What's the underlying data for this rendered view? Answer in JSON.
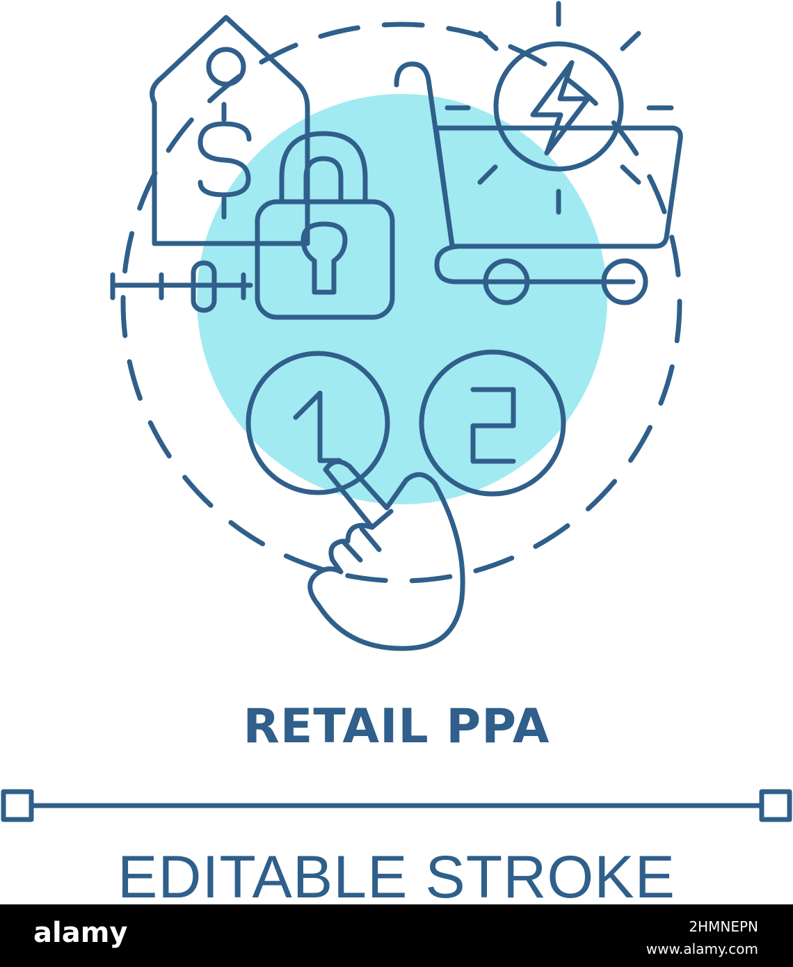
{
  "title": "RETAIL PPA",
  "subtitle": "EDITABLE STROKE",
  "icons": {
    "price_tag": "price-tag-dollar-icon",
    "padlock": "padlock-icon",
    "cart": "shopping-cart-icon",
    "energy": "lightning-bolt-icon",
    "option_one": "1",
    "option_two": "2",
    "hand": "pointing-hand-icon"
  },
  "footer": {
    "brand": "alamy",
    "image_id": "2HMNEPN",
    "url": "www.alamy.com"
  },
  "colors": {
    "stroke": "#2f5f8a",
    "accent": "#a2eaf2",
    "fill_light": "#d6fafc",
    "background": "#ffffff",
    "footer_bg": "#000000"
  }
}
